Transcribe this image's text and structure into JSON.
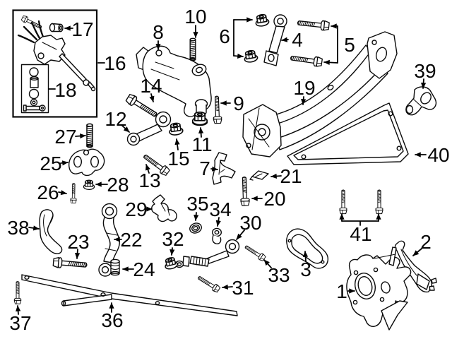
{
  "diagram": {
    "background": "#ffffff",
    "line_color": "#000000",
    "description_icons": []
  },
  "labels": {
    "1": "1",
    "2": "2",
    "3": "3",
    "4": "4",
    "5": "5",
    "6": "6",
    "7": "7",
    "8": "8",
    "9": "9",
    "10": "10",
    "11": "11",
    "12": "12",
    "13": "13",
    "14": "14",
    "15": "15",
    "16": "16",
    "17": "17",
    "18": "18",
    "19": "19",
    "20": "20",
    "21": "21",
    "22": "22",
    "23": "23",
    "24": "24",
    "25": "25",
    "26": "26",
    "27": "27",
    "28": "28",
    "29": "29",
    "30": "30",
    "31": "31",
    "32": "32",
    "33": "33",
    "34": "34",
    "35": "35",
    "36": "36",
    "37": "37",
    "38": "38",
    "39": "39",
    "40": "40",
    "41": "41"
  }
}
